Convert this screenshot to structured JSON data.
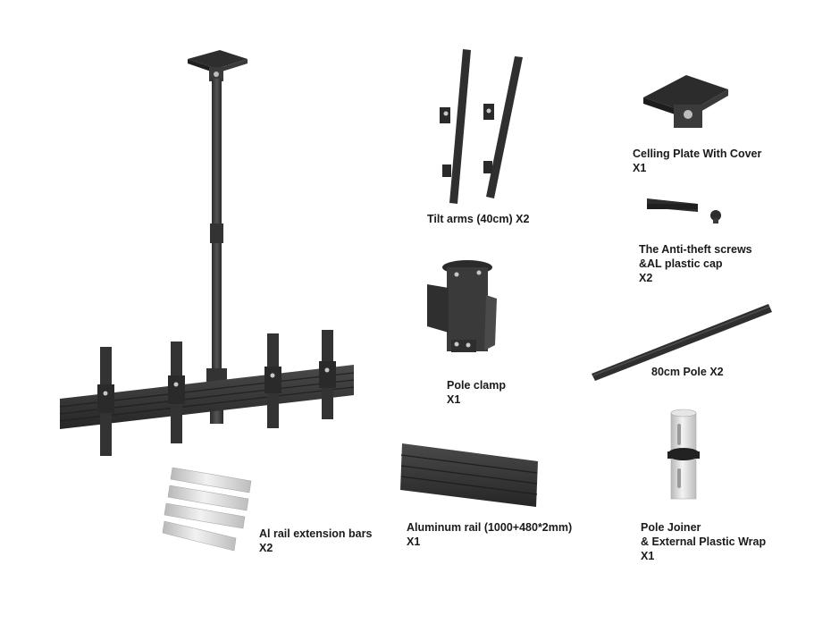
{
  "colors": {
    "metal_dark": "#2b2b2b",
    "metal_mid": "#3c3c3c",
    "metal_light": "#4d4d4d",
    "plastic_silver": "#dcdcdc",
    "plastic_shade": "#b5b5b5",
    "bolt": "#c9c9c9",
    "text": "#1a1a1a"
  },
  "parts": {
    "ceiling_plate": {
      "line1": "Celling Plate With Cover",
      "line2": "X1"
    },
    "tilt_arms": {
      "line1": "Tilt arms (40cm) X2"
    },
    "anti_theft": {
      "line1": "The Anti-theft screws",
      "line2": "&AL plastic cap",
      "line3": "X2"
    },
    "pole_clamp": {
      "line1": "Pole clamp",
      "line2": "X1"
    },
    "pole_80": {
      "line1": "80cm Pole X2"
    },
    "rail_extension": {
      "line1": "Al rail extension bars",
      "line2": "X2"
    },
    "aluminum_rail": {
      "line1": "Aluminum rail (1000+480*2mm)",
      "line2": "X1"
    },
    "pole_joiner": {
      "line1": "Pole Joiner",
      "line2": "& External Plastic Wrap",
      "line3": "X1"
    }
  }
}
